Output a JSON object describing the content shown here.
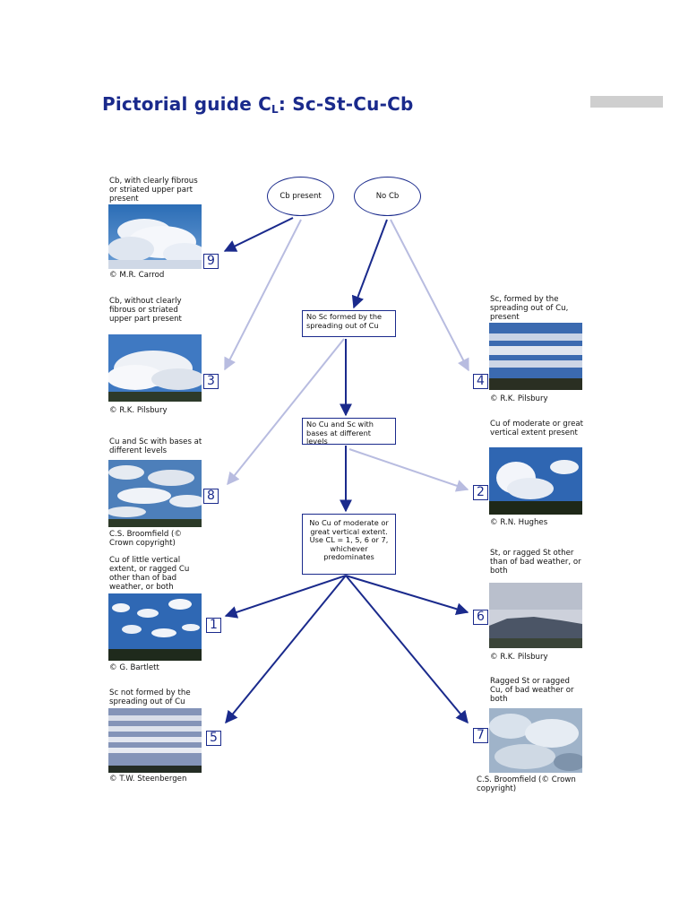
{
  "title": {
    "main": "Pictorial guide C",
    "subscript": "L",
    "rest": ": Sc-St-Cu-Cb"
  },
  "decisions": {
    "cb_present": "Cb present",
    "no_cb": "No Cb",
    "no_sc": "No Sc formed by the spreading out of Cu",
    "no_cu_sc": "No Cu and Sc with bases at different levels",
    "no_cu_moderate": "No Cu of moderate or great vertical extent. Use CL = 1, 5, 6 or 7, whichever predominates"
  },
  "items": [
    {
      "number": "9",
      "caption": "Cb, with clearly fibrous or striated upper part present",
      "credit": "© M.R. Carrod"
    },
    {
      "number": "3",
      "caption": "Cb, without clearly fibrous or striated upper part present",
      "credit": "© R.K. Pilsbury"
    },
    {
      "number": "8",
      "caption": "Cu and Sc with bases at different levels",
      "credit": "C.S. Broomfield (© Crown copyright)"
    },
    {
      "number": "1",
      "caption": "Cu of little vertical extent, or ragged Cu other than of bad weather, or both",
      "credit": "© G. Bartlett"
    },
    {
      "number": "5",
      "caption": "Sc not formed by the spreading out of Cu",
      "credit": "© T.W. Steenbergen"
    },
    {
      "number": "4",
      "caption": "Sc, formed by the spreading out of Cu, present",
      "credit": "© R.K. Pilsbury"
    },
    {
      "number": "2",
      "caption": "Cu of moderate or great vertical extent present",
      "credit": "© R.N. Hughes"
    },
    {
      "number": "6",
      "caption": "St, or ragged St other than of bad weather, or both",
      "credit": "© R.K. Pilsbury"
    },
    {
      "number": "7",
      "caption": "Ragged St or ragged Cu, of bad weather or both",
      "credit": "C.S. Broomfield (© Crown copyright)"
    }
  ],
  "colors": {
    "accent": "#1a2a8c",
    "light_arrow": "#b8bce0",
    "tab": "#cfcfcf"
  }
}
